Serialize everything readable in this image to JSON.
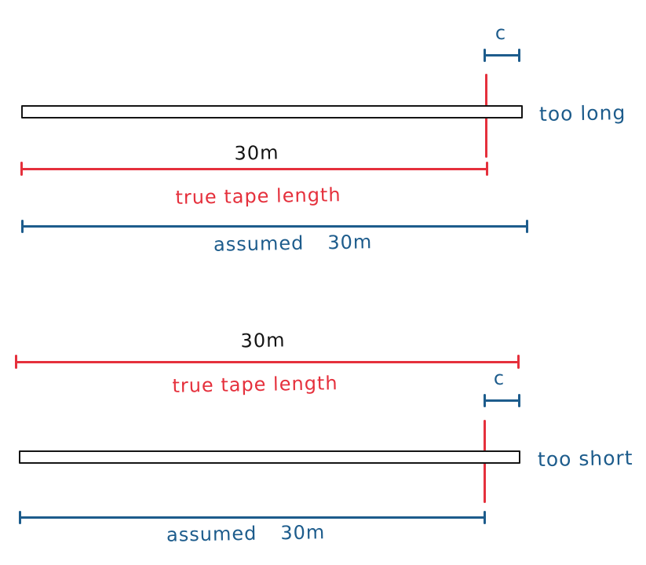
{
  "title": "tape correction diagram",
  "colors": {
    "red": "#e5303c",
    "blue": "#1d5c8c",
    "ink": "#141414",
    "background": "#ffffff"
  },
  "diagrams": {
    "too_long": {
      "correction_label": "c",
      "true_length_value": "30m",
      "true_length_label": "true tape length",
      "assumed_label": "assumed",
      "assumed_value": "30m",
      "error_label": "too long"
    },
    "too_short": {
      "correction_label": "c",
      "true_length_value": "30m",
      "true_length_label": "true tape length",
      "assumed_label": "assumed",
      "assumed_value": "30m",
      "error_label": "too short"
    }
  }
}
